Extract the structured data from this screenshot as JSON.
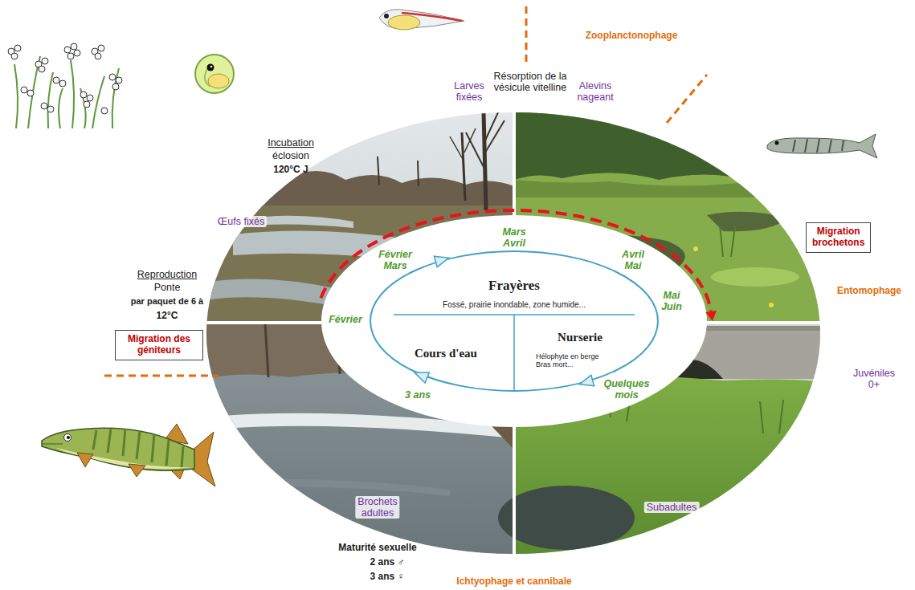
{
  "diagram": {
    "nodes": [
      {
        "text": [
          "Février Mars",
          "Mars Avril",
          "Avril Mai",
          "Mai Juin",
          "Février",
          "Quelques mois",
          "3 ans"
        ]
      },
      {
        "text": [
          "Frayères",
          "Fossé, prairie inondable, zone humide...",
          "Cours d'eau",
          "Nurserie",
          "Hélophyte en berge Bras mort..."
        ],
        "in": 0
      },
      {
        "text": [
          "Migration des géniteurs"
        ]
      },
      {
        "text": [
          "Migration brochetons"
        ]
      }
    ],
    "labels": [
      "Zooplanctonophage",
      "Résorption de la vésicule vitelline",
      "Larves fixées",
      "Alevins nageant",
      "Incubation",
      "éclosion",
      "120°C J",
      "Œufs fixés",
      "Entomophage",
      "Reproduction",
      "Ponte",
      "par paquet de 6 à",
      "12°C",
      "Juvéniles 0+",
      "Brochets adultes",
      "Subadultes",
      "Maturité sexuelle",
      "2 ans ♂",
      "3 ans ♀",
      "Ichtyophage et cannibale"
    ]
  }
}
